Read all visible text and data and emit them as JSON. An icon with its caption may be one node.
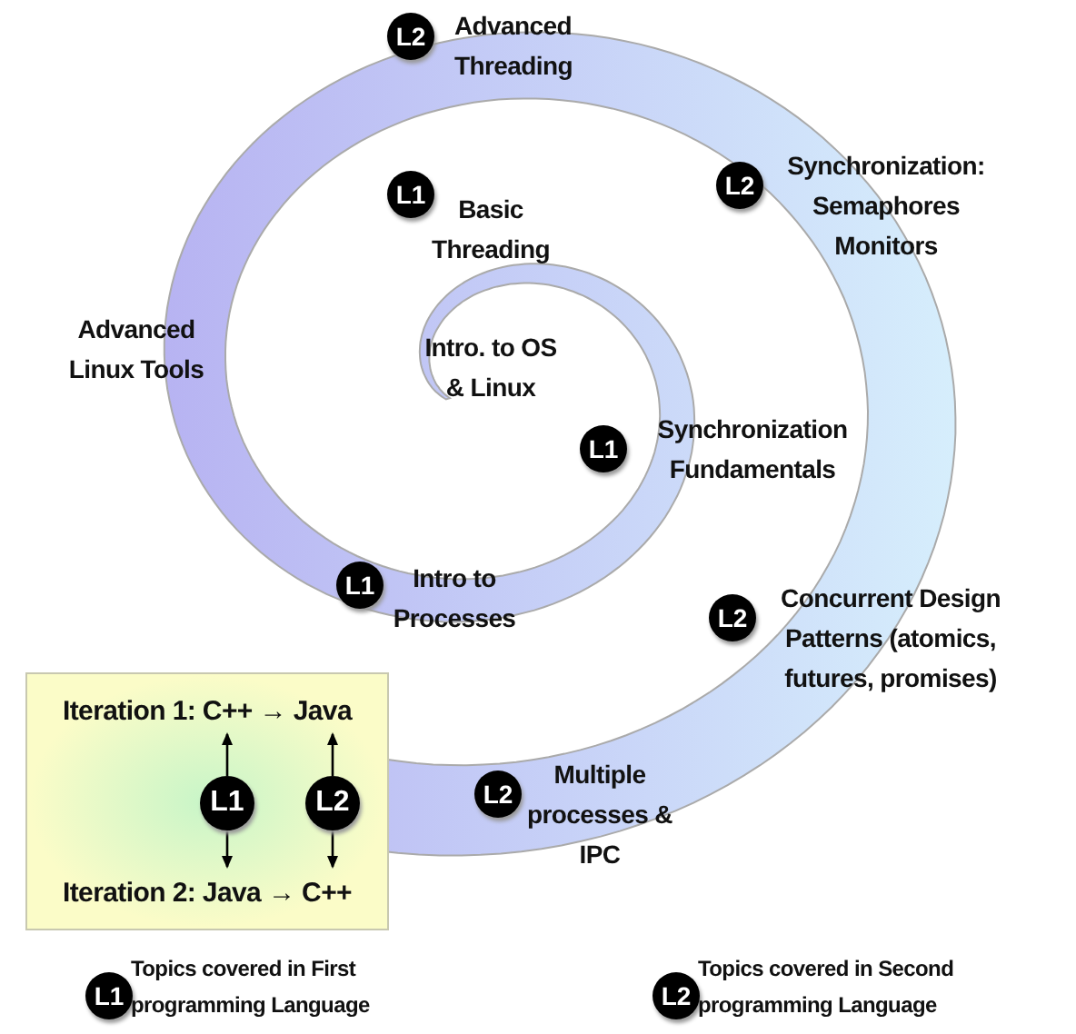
{
  "diagram": {
    "nodes": [
      {
        "text": [
          "L2"
        ],
        "beside": [
          "Advanced Threading"
        ]
      },
      {
        "text": [
          "L1"
        ],
        "beside": [
          "Basic Threading"
        ]
      },
      {
        "text": [
          "L2"
        ],
        "beside": [
          "Synchronization: Semaphores Monitors"
        ]
      },
      {
        "text": [
          "L1"
        ],
        "beside": [
          "Synchronization Fundamentals"
        ]
      },
      {
        "text": [
          "L1"
        ],
        "beside": [
          "Intro to Processes"
        ]
      },
      {
        "text": [
          "L2"
        ],
        "beside": [
          "Concurrent Design Patterns (atomics, futures, promises)"
        ]
      },
      {
        "text": [
          "Iteration 1: C++ → Java",
          "Iteration 2: Java → C++"
        ]
      },
      {
        "text": [
          "L1"
        ],
        "in": 6
      },
      {
        "text": [
          "L2"
        ],
        "in": 6
      },
      {
        "text": [
          "L2"
        ],
        "beside": [
          "Multiple processes & IPC"
        ]
      },
      {
        "text": [
          "L1"
        ],
        "beside": [
          "Topics covered in First programming Language"
        ]
      },
      {
        "text": [
          "L2"
        ],
        "beside": [
          "Topics covered in Second programming Language"
        ]
      }
    ],
    "edges": [
      {
        "from": 7,
        "to": null,
        "arrow": "to"
      },
      {
        "from": 7,
        "to": null,
        "arrow": "to"
      },
      {
        "from": 8,
        "to": null,
        "arrow": "to"
      },
      {
        "from": 8,
        "to": null,
        "arrow": "to"
      }
    ],
    "labels": [
      "Advanced Linux Tools",
      "Intro. to OS & Linux"
    ]
  }
}
